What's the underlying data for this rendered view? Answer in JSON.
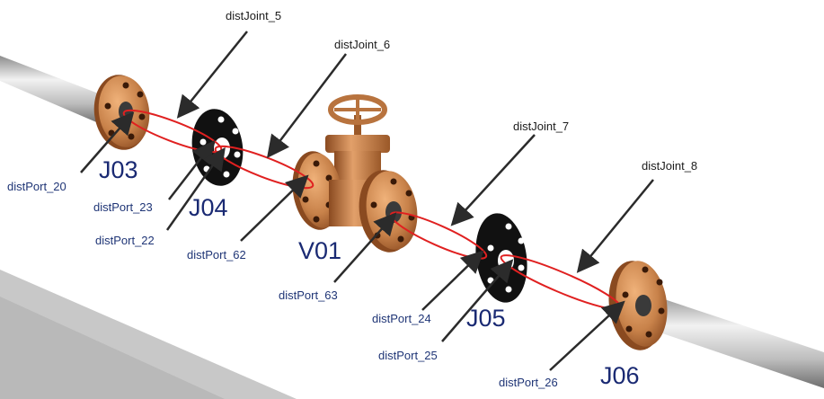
{
  "joints": [
    "distJoint_5",
    "distJoint_6",
    "distJoint_7",
    "distJoint_8"
  ],
  "components": [
    "J03",
    "J04",
    "V01",
    "J05",
    "J06"
  ],
  "ports": [
    "distPort_20",
    "distPort_23",
    "distPort_22",
    "distPort_62",
    "distPort_63",
    "distPort_24",
    "distPort_25",
    "distPort_26"
  ],
  "colors": {
    "flange": "#c8824a",
    "flange_dark": "#7a3f1a",
    "pipe": "#d9d9d9",
    "joint_link": "#e02020",
    "label": "#1a2a73",
    "arrow": "#2b2b2b"
  }
}
